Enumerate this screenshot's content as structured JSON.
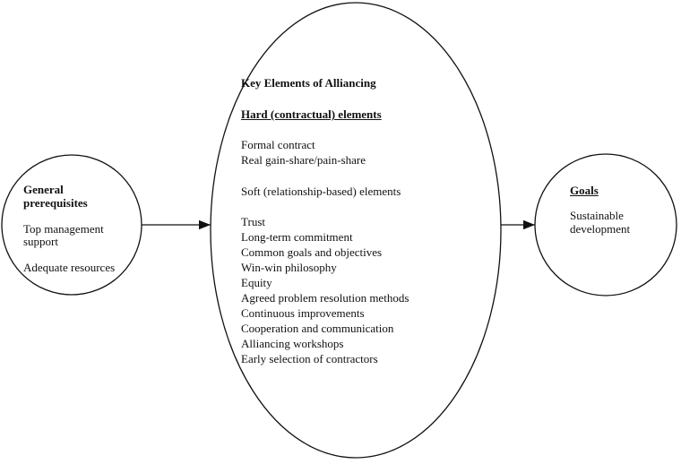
{
  "left": {
    "title_line1": "General",
    "title_line2": "prerequisites",
    "items": [
      "Top management",
      "support",
      "Adequate resources"
    ]
  },
  "center": {
    "title": "Key Elements of Alliancing",
    "hard_heading": "Hard (contractual) elements",
    "hard_items": [
      "Formal contract",
      "Real gain-share/pain-share"
    ],
    "soft_heading": "Soft (relationship-based) elements",
    "soft_items": [
      "Trust",
      "Long-term commitment",
      "Common goals and objectives",
      "Win-win philosophy",
      "Equity",
      "Agreed problem resolution methods",
      "Continuous improvements",
      "Cooperation and communication",
      "Alliancing workshops",
      "Early selection of contractors"
    ]
  },
  "right": {
    "title": "Goals",
    "items": [
      "Sustainable",
      "development"
    ]
  }
}
